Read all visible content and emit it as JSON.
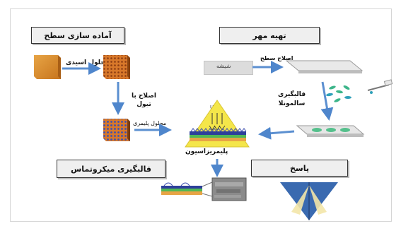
{
  "titles": {
    "surface_prep": "آماده سازی سطح",
    "stamp_prep": "تهیه مهر",
    "microcontact": "قالبگیری  میکروتماس",
    "response": "پاسخ"
  },
  "labels": {
    "acid_solution": "محلول اسیدی",
    "modify_thiol": "اصلاح با\nتیول",
    "polymer_solution": "محلول پلیمری",
    "glass": "شیشه",
    "surface_modify": "اصلاح سطح",
    "salmonella_molding": "قالبگیری\nسالمونلا",
    "polymerization": "پلیمریزاسیون",
    "uv": "UV"
  },
  "colors": {
    "box_fill": "#efefef",
    "arrow": "#5b8fd0",
    "gold_plate": "#d88a2c",
    "triangle": "#f4e64a",
    "response_triangle": "#3a6ab0"
  }
}
